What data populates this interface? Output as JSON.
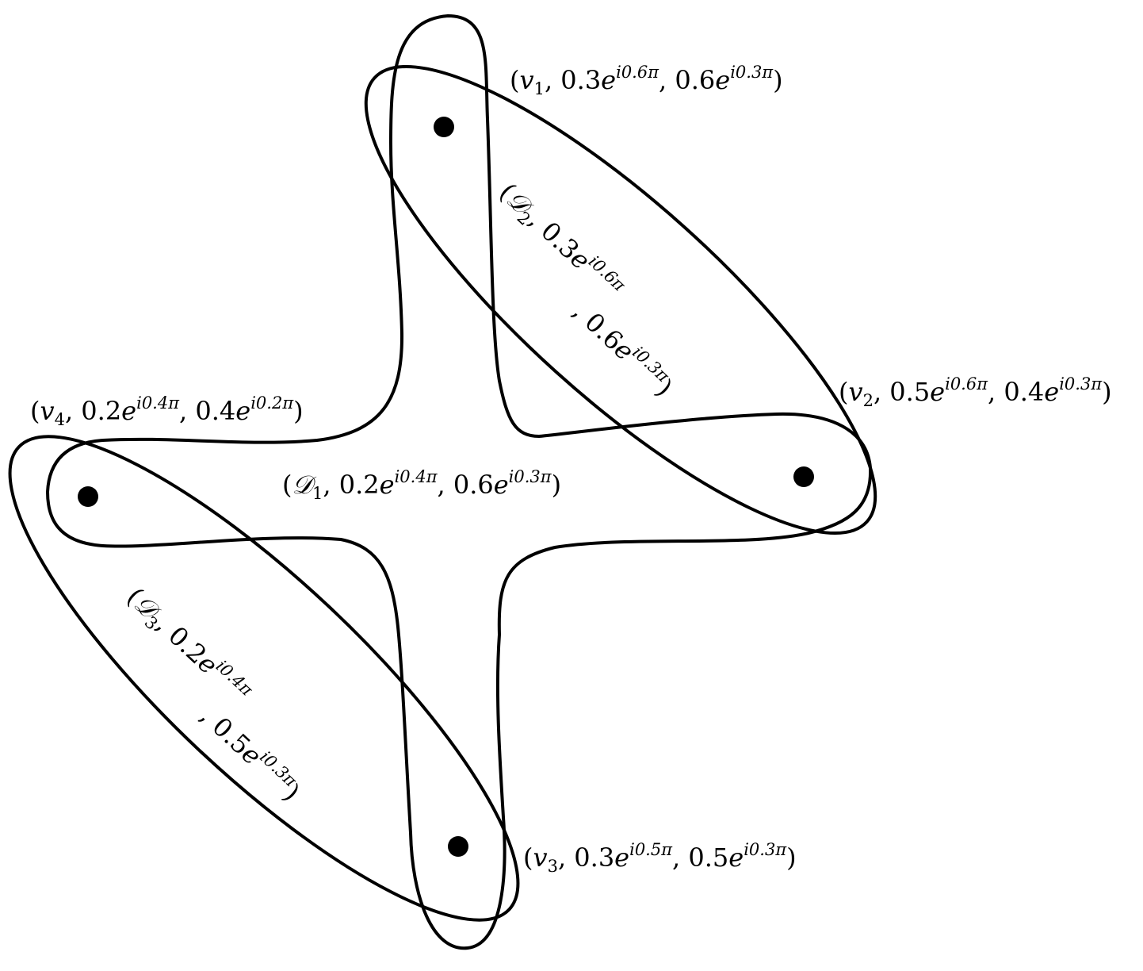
{
  "colors": {
    "stroke": "#000000",
    "vertex": "#000000",
    "background": "#ffffff"
  },
  "vertices": [
    {
      "id": "v1",
      "name": "v",
      "index": "1",
      "mag1": "0.3",
      "exp1": "i0.6π",
      "mag2": "0.6",
      "exp2": "i0.3π"
    },
    {
      "id": "v2",
      "name": "v",
      "index": "2",
      "mag1": "0.5",
      "exp1": "i0.6π",
      "mag2": "0.4",
      "exp2": "i0.3π"
    },
    {
      "id": "v3",
      "name": "v",
      "index": "3",
      "mag1": "0.3",
      "exp1": "i0.5π",
      "mag2": "0.5",
      "exp2": "i0.3π"
    },
    {
      "id": "v4",
      "name": "v",
      "index": "4",
      "mag1": "0.2",
      "exp1": "i0.4π",
      "mag2": "0.4",
      "exp2": "i0.2π"
    }
  ],
  "hyperedges": [
    {
      "id": "D1",
      "name": "𝒟",
      "index": "1",
      "mag1": "0.2",
      "exp1": "i0.4π",
      "mag2": "0.6",
      "exp2": "i0.3π"
    },
    {
      "id": "D2",
      "name": "𝒟",
      "index": "2",
      "mag1": "0.3",
      "exp1": "i0.6π",
      "mag2": "0.6",
      "exp2": "i0.3π"
    },
    {
      "id": "D3",
      "name": "𝒟",
      "index": "3",
      "mag1": "0.2",
      "exp1": "i0.4π",
      "mag2": "0.5",
      "exp2": "i0.3π"
    }
  ],
  "punct": {
    "open": "(",
    "comma": ", ",
    "close": ")",
    "e": "e"
  }
}
